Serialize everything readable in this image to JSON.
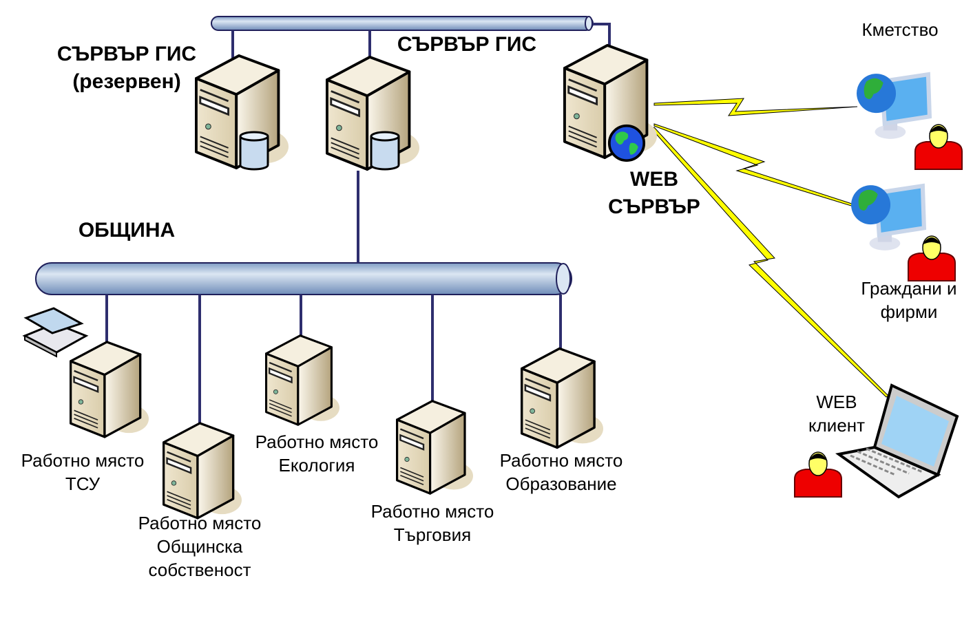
{
  "labels": {
    "gis_reserve": [
      "СЪРВЪР ГИС",
      "(резервен)"
    ],
    "gis": "СЪРВЪР ГИС",
    "web_server": [
      "WEB",
      "СЪРВЪР"
    ],
    "municipality": "ОБЩИНА",
    "mayoralty": "Кметство",
    "citizens": [
      "Граждани и",
      "фирми"
    ],
    "web_client": [
      "WEB",
      "клиент"
    ],
    "ws_tsu": [
      "Работно място",
      "ТСУ"
    ],
    "ws_property": [
      "Работно място",
      "Общинска",
      "собственост"
    ],
    "ws_ecology": [
      "Работно място",
      "Екология"
    ],
    "ws_trade": [
      "Работно място",
      "Търговия"
    ],
    "ws_education": [
      "Работно място",
      "Образование"
    ]
  },
  "colors": {
    "bus": "#a9c1dd",
    "line": "#2e2e6e",
    "wireless": "#ffff00",
    "user": "#ee0000",
    "server": "#e9dfc4"
  }
}
